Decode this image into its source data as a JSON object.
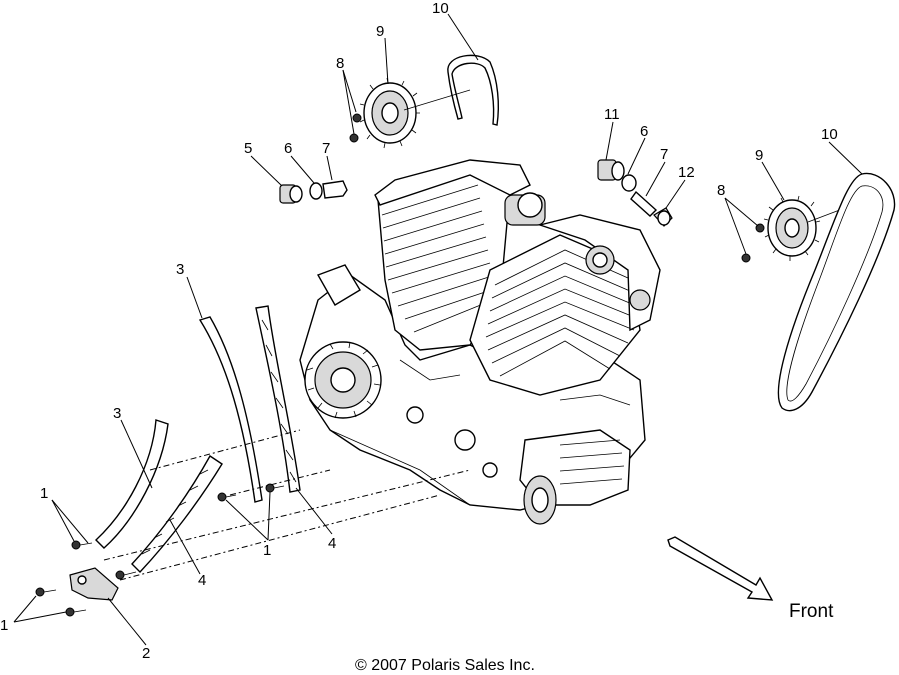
{
  "callouts": {
    "c10_top": "10",
    "c9_top": "9",
    "c8_top": "8",
    "c5": "5",
    "c6_left": "6",
    "c7_left": "7",
    "c11": "11",
    "c6_right": "6",
    "c7_right": "7",
    "c12": "12",
    "c10_right": "10",
    "c9_right": "9",
    "c8_right": "8",
    "c3_upper": "3",
    "c3_lower": "3",
    "c1_upper": "1",
    "c1_mid": "1",
    "c1_lower": "1",
    "c4_right": "4",
    "c4_left": "4",
    "c2": "2"
  },
  "direction_label": "Front",
  "copyright": "© 2007 Polaris Sales Inc."
}
